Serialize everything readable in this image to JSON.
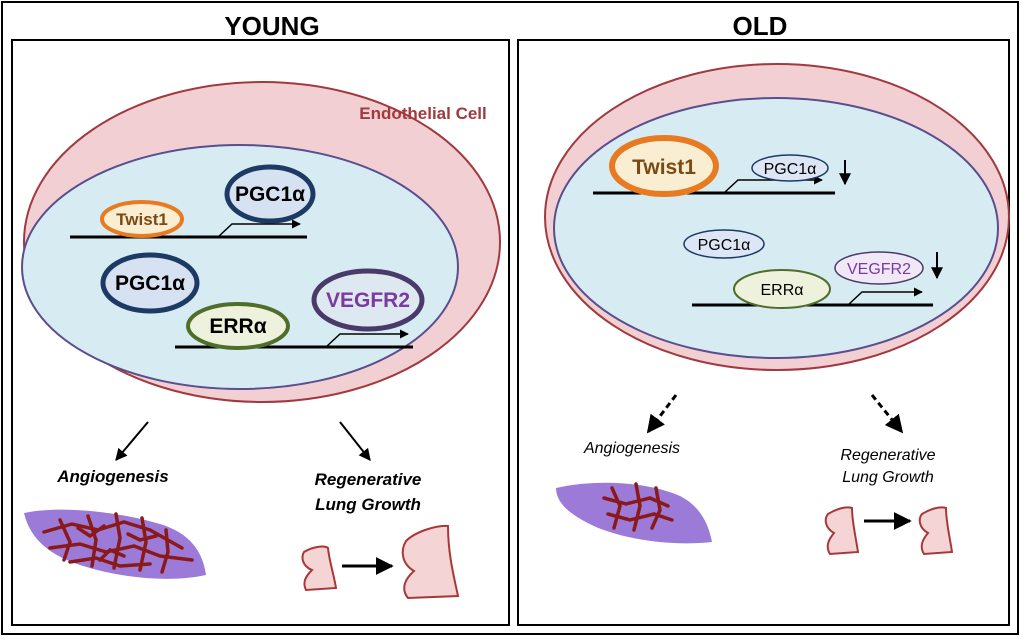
{
  "panels": {
    "young": {
      "title": "YOUNG",
      "cell_label": "Endothelial Cell",
      "twist": "Twist1",
      "pgc_promoter": "PGC1α",
      "pgc_free": "PGC1α",
      "err": "ERRα",
      "vegfr": "VEGFR2",
      "angiogenesis": "Angiogenesis",
      "regen_line1": "Regenerative",
      "regen_line2": "Lung Growth"
    },
    "old": {
      "title": "OLD",
      "twist": "Twist1",
      "pgc_promoter": "PGC1α",
      "pgc_free": "PGC1α",
      "err": "ERRα",
      "vegfr": "VEGFR2",
      "angiogenesis": "Angiogenesis",
      "regen_line1": "Regenerative",
      "regen_line2": "Lung Growth"
    }
  },
  "colors": {
    "cell_fill": "#f2cfd2",
    "cell_stroke": "#a03a3e",
    "nucleus_fill": "#d6ecf2",
    "nucleus_stroke": "#5a4e8e",
    "twist_stroke": "#e87a22",
    "twist_fill": "#faeed2",
    "twist_text": "#7a4a12",
    "pgc_stroke": "#1c3a64",
    "pgc_fill_light": "#dde6f4",
    "err_stroke": "#4e6e2a",
    "err_fill": "#eef2dc",
    "vegfr_stroke": "#4a3a6a",
    "vegfr_text": "#7a3aa0",
    "tissue_fill": "#9c7ad8",
    "vessel": "#8a1a1a",
    "lung_fill": "#f4d4d4",
    "lung_stroke": "#a83838"
  }
}
